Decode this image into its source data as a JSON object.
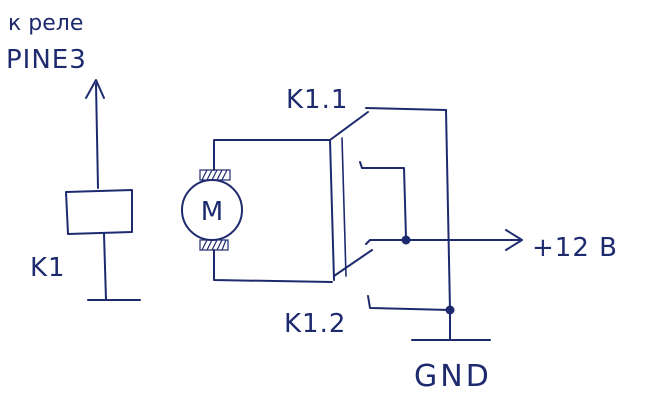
{
  "labels": {
    "relay_line1": "к реле",
    "relay_line2": "PINE3",
    "coil": "K1",
    "contact_top": "K1.1",
    "contact_bottom": "K1.2",
    "motor": "M",
    "supply": "+12 B",
    "ground": "GND"
  },
  "colors": {
    "ink": "#1e2a6e",
    "background": "#ffffff"
  }
}
